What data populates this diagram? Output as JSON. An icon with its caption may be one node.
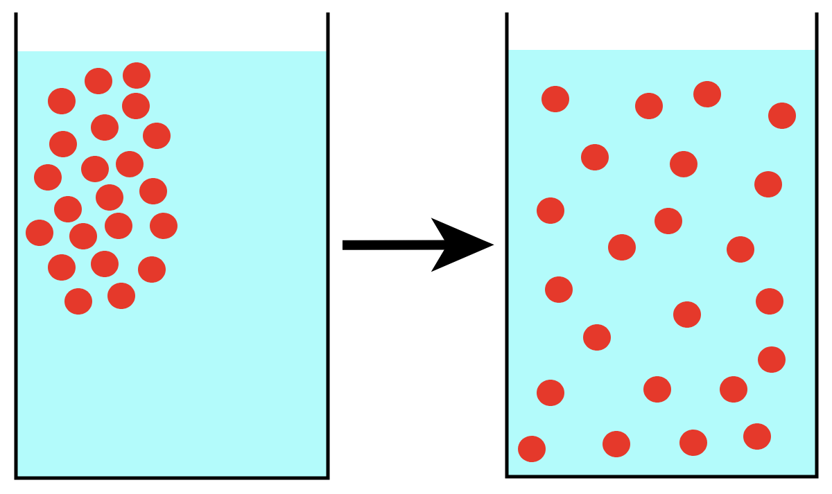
{
  "diagram": {
    "nodes": [
      {
        "text": [],
        "shape": "beaker"
      },
      {
        "text": [],
        "shape": "beaker"
      }
    ],
    "edges": [
      {
        "from": 0,
        "to": 1,
        "arrow": "to"
      }
    ]
  }
}
